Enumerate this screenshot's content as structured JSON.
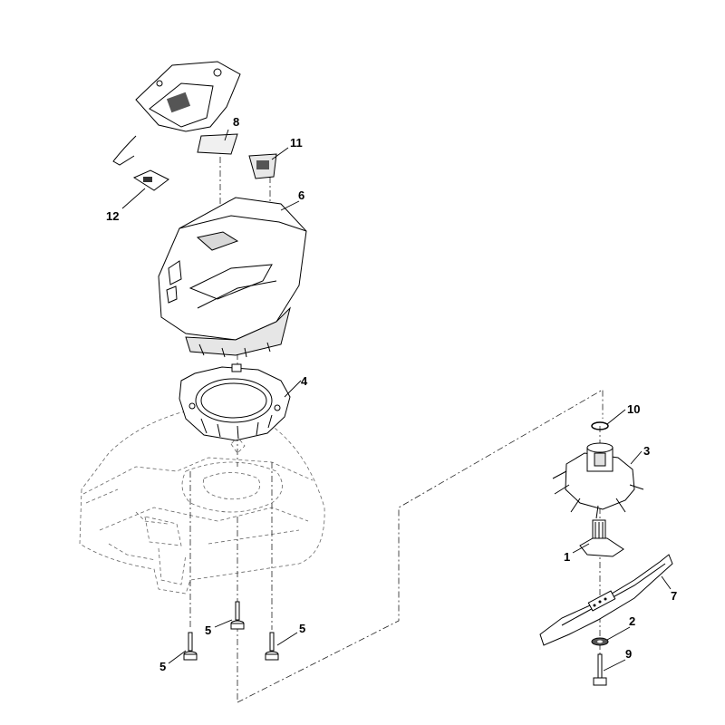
{
  "diagram": {
    "labels": {
      "p1": "1",
      "p2": "2",
      "p3": "3",
      "p4": "4",
      "p5a": "5",
      "p5b": "5",
      "p5c": "5",
      "p6": "6",
      "p7": "7",
      "p8": "8",
      "p9": "9",
      "p10": "10",
      "p11": "11",
      "p12": "12"
    }
  }
}
